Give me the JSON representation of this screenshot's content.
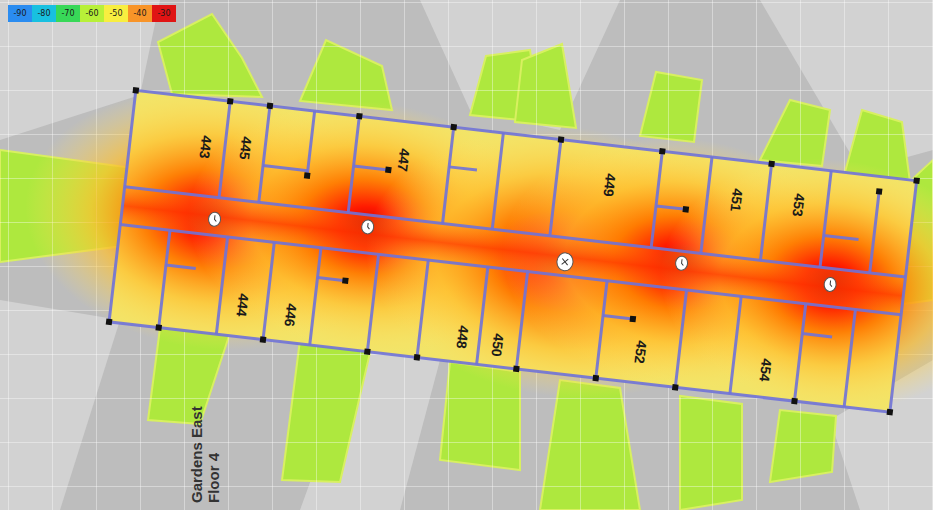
{
  "diagram": {
    "labels": [
      "443",
      "445",
      "447",
      "449",
      "451",
      "453",
      "444",
      "446",
      "448",
      "450",
      "452",
      "454",
      "Gardens East Floor 4"
    ],
    "legend": [
      {
        "text": "-90",
        "color": "#2a8cf0"
      },
      {
        "text": "-80",
        "color": "#18c0e0"
      },
      {
        "text": "-70",
        "color": "#38d858"
      },
      {
        "text": "-60",
        "color": "#b8f038"
      },
      {
        "text": "-50",
        "color": "#f8ee40"
      },
      {
        "text": "-40",
        "color": "#f89428"
      },
      {
        "text": "-30",
        "color": "#e01414"
      }
    ]
  }
}
